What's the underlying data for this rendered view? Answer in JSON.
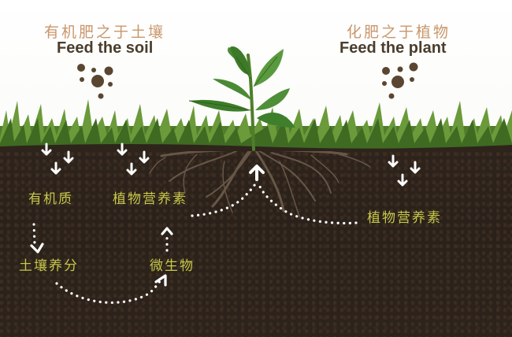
{
  "left_panel": {
    "title_cn": "有机肥之于土壤",
    "title_en": "Feed the soil"
  },
  "right_panel": {
    "title_cn": "化肥之于植物",
    "title_en": "Feed the plant"
  },
  "soil_labels": {
    "organic_matter": "有机质",
    "plant_nutrients_left": "植物营养素",
    "soil_nutrients": "土壤养分",
    "microbes": "微生物",
    "plant_nutrients_right": "植物营养素"
  },
  "colors": {
    "title_cn": "#c9966b",
    "title_en": "#4a3d2c",
    "label": "#c8c84a",
    "soil": "#2c231b",
    "grass": "#5a8a2e",
    "root": "#6b5a4a",
    "arrow": "#ffffff",
    "granule": "#5a4630"
  },
  "icons": [
    "fertilizer-granules-icon",
    "down-arrow-icon",
    "up-arrow-icon",
    "dotted-flow-arrow",
    "plant-illustration",
    "root-system"
  ]
}
